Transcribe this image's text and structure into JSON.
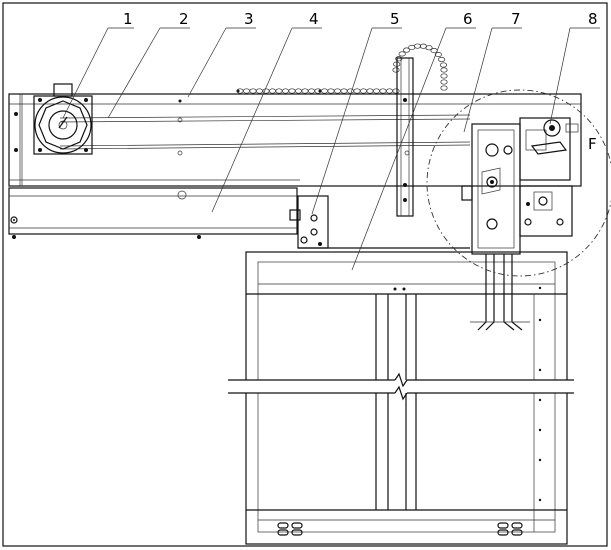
{
  "diagram": {
    "callouts": [
      {
        "id": "1",
        "label": "1"
      },
      {
        "id": "2",
        "label": "2"
      },
      {
        "id": "3",
        "label": "3"
      },
      {
        "id": "4",
        "label": "4"
      },
      {
        "id": "5",
        "label": "5"
      },
      {
        "id": "6",
        "label": "6"
      },
      {
        "id": "7",
        "label": "7"
      },
      {
        "id": "8",
        "label": "8"
      }
    ],
    "detail_label": "F",
    "colors": {
      "line": "#111111",
      "background": "#ffffff"
    }
  }
}
